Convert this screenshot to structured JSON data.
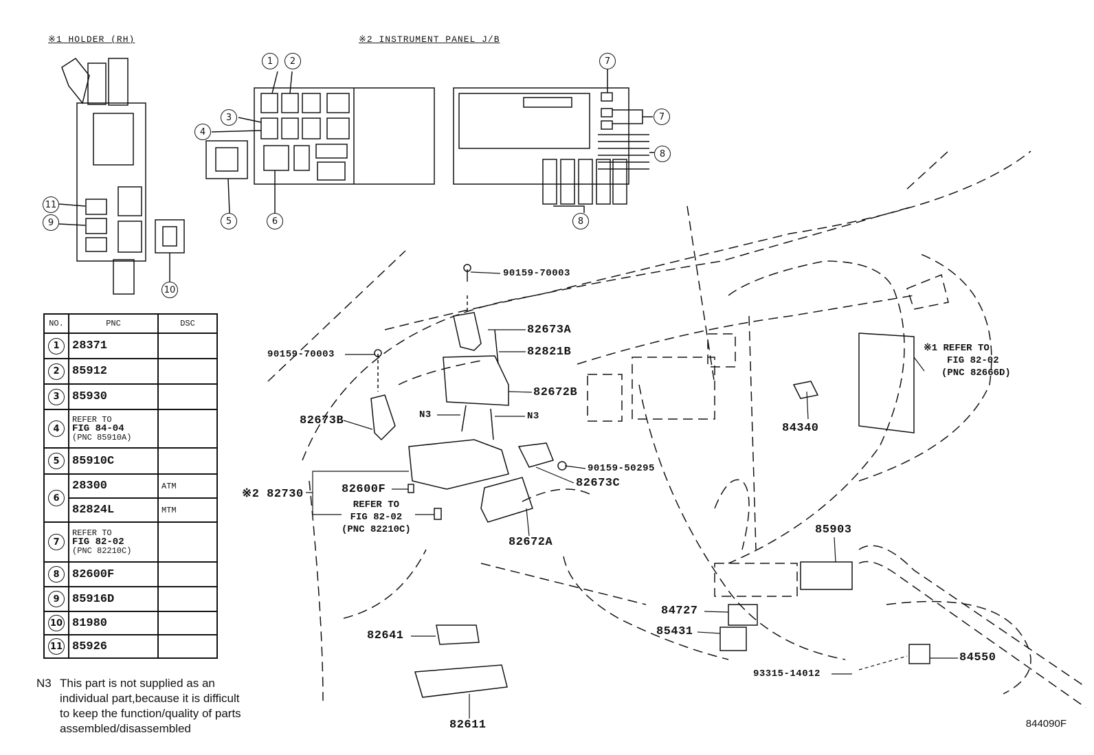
{
  "headers": {
    "holder": "※1 HOLDER (RH)",
    "junction_block": "※2 INSTRUMENT PANEL J/B"
  },
  "callouts": [
    "1",
    "2",
    "3",
    "4",
    "5",
    "6",
    "7",
    "8",
    "9",
    "10",
    "11"
  ],
  "table": {
    "columns": [
      "NO.",
      "PNC",
      "DSC"
    ],
    "rows": [
      {
        "no": "1",
        "pnc": "28371",
        "dsc": ""
      },
      {
        "no": "2",
        "pnc": "85912",
        "dsc": ""
      },
      {
        "no": "3",
        "pnc": "85930",
        "dsc": ""
      },
      {
        "no": "4",
        "ref1": "REFER TO",
        "ref2": "FIG 84-04",
        "ref3": "(PNC 85910A)",
        "dsc": ""
      },
      {
        "no": "5",
        "pnc": "85910C",
        "dsc": ""
      },
      {
        "no": "6",
        "pnc": "28300",
        "dsc": "ATM",
        "pnc_b": "82824L",
        "dsc_b": "MTM"
      },
      {
        "no": "7",
        "ref1": "REFER TO",
        "ref2": "FIG 82-02",
        "ref3": "(PNC 82210C)",
        "dsc": ""
      },
      {
        "no": "8",
        "pnc": "82600F",
        "dsc": ""
      },
      {
        "no": "9",
        "pnc": "85916D",
        "dsc": ""
      },
      {
        "no": "10",
        "pnc": "81980",
        "dsc": ""
      },
      {
        "no": "11",
        "pnc": "85926",
        "dsc": ""
      }
    ]
  },
  "parts": {
    "p90159_70003_top": "90159-70003",
    "p82673A": "82673A",
    "p82821B": "82821B",
    "p90159_70003_left": "90159-70003",
    "p82672B": "82672B",
    "p82673B": "82673B",
    "n3_left": "N3",
    "n3_right": "N3",
    "p90159_50295": "90159-50295",
    "p82673C": "82673C",
    "p82730": "※2 82730",
    "p82600F": "82600F",
    "p82672A": "82672A",
    "p84340": "84340",
    "p85903": "85903",
    "p84727": "84727",
    "p85431": "85431",
    "p82641": "82641",
    "p82611": "82611",
    "p93315_14012": "93315-14012",
    "p84550": "84550"
  },
  "refer_center": {
    "l1": "REFER TO",
    "l2": "FIG 82-02",
    "l3": "(PNC 82210C)"
  },
  "refer_right": {
    "l1": "※1 REFER TO",
    "l2": "FIG 82-02",
    "l3": "(PNC 82666D)"
  },
  "note": {
    "tag": "N3",
    "l1": "This part is not supplied as an",
    "l2": "individual part,because it is difficult",
    "l3": "to keep the function/quality of parts",
    "l4": "assembled/disassembled"
  },
  "figure_id": "844090F"
}
